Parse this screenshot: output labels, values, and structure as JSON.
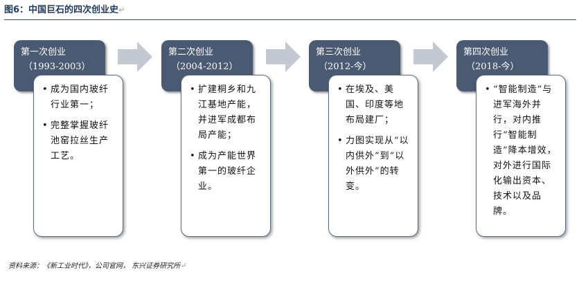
{
  "figure_title": "图6：中国巨石的四次创业史",
  "return_mark": "↵",
  "colors": {
    "header_fill": "#4a5a72",
    "arrow_fill": "#c4c9d1",
    "title_color": "#1f3a5f"
  },
  "phases": [
    {
      "name": "第一次创业",
      "years": "（1993-2003）",
      "bullets": [
        "成为国内玻纤行业第一；",
        "完整掌握玻纤池窑拉丝生产工艺。"
      ]
    },
    {
      "name": "第二次创业",
      "years": "（2004-2012）",
      "bullets": [
        "扩建桐乡和九江基地产能，并进军成都布局产能；",
        "成为产能世界第一的玻纤企业。"
      ]
    },
    {
      "name": "第三次创业",
      "years": "（2012-今）",
      "bullets": [
        "在埃及、美国、印度等地布局建厂；",
        "力图实现从“以内供外”到“以外供外”的转变。"
      ]
    },
    {
      "name": "第四次创业",
      "years": "（2018-今）",
      "bullets": [
        "“智能制造”与进军海外并行，对内推行“智能制造”降本增效，对外进行国际化输出资本、技术以及品牌。"
      ]
    }
  ],
  "source": "资料来源：《新工业时代》，公司官网， 东兴证券研究所"
}
